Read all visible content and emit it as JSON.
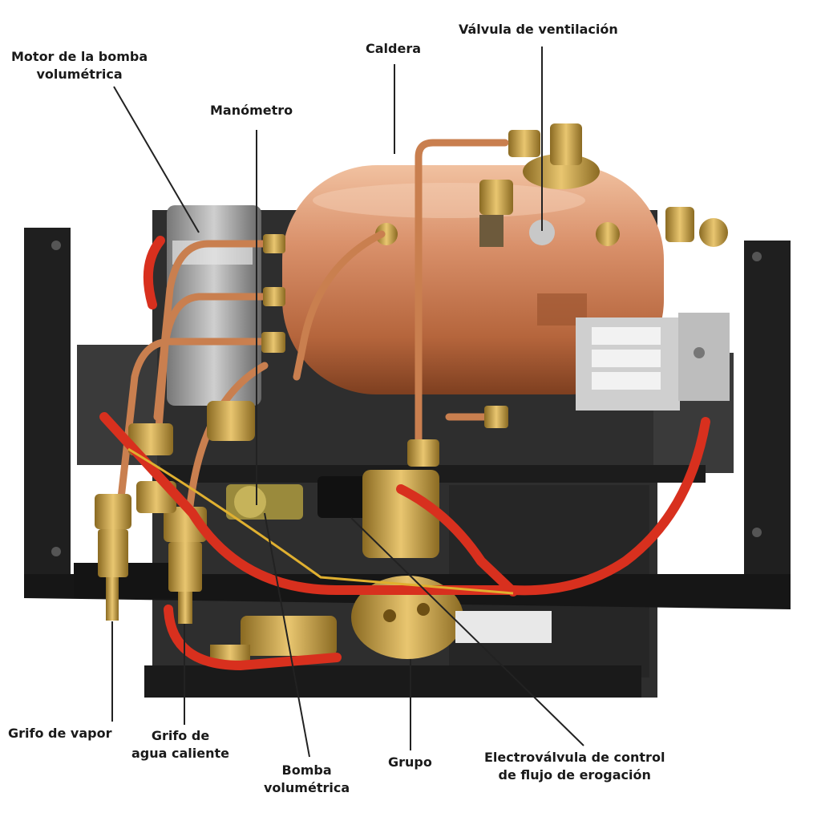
{
  "diagram": {
    "labels": {
      "valvula_ventilacion": "Válvula de ventilación",
      "caldera": "Caldera",
      "motor_bomba_l1": "Motor de la bomba",
      "motor_bomba_l2": "volumétrica",
      "manometro": "Manómetro",
      "grifo_vapor": "Grifo de vapor",
      "grifo_agua_l1": "Grifo de",
      "grifo_agua_l2": "agua caliente",
      "bomba_l1": "Bomba",
      "bomba_l2": "volumétrica",
      "grupo": "Grupo",
      "electrovalvula_l1": "Electroválvula de control",
      "electrovalvula_l2": "de flujo de erogación"
    },
    "colors": {
      "copper": "#c97f4f",
      "brass": "#c9a04a",
      "frame": "#1f1f1f",
      "wire": "#d8301e",
      "leader": "#222222"
    }
  }
}
